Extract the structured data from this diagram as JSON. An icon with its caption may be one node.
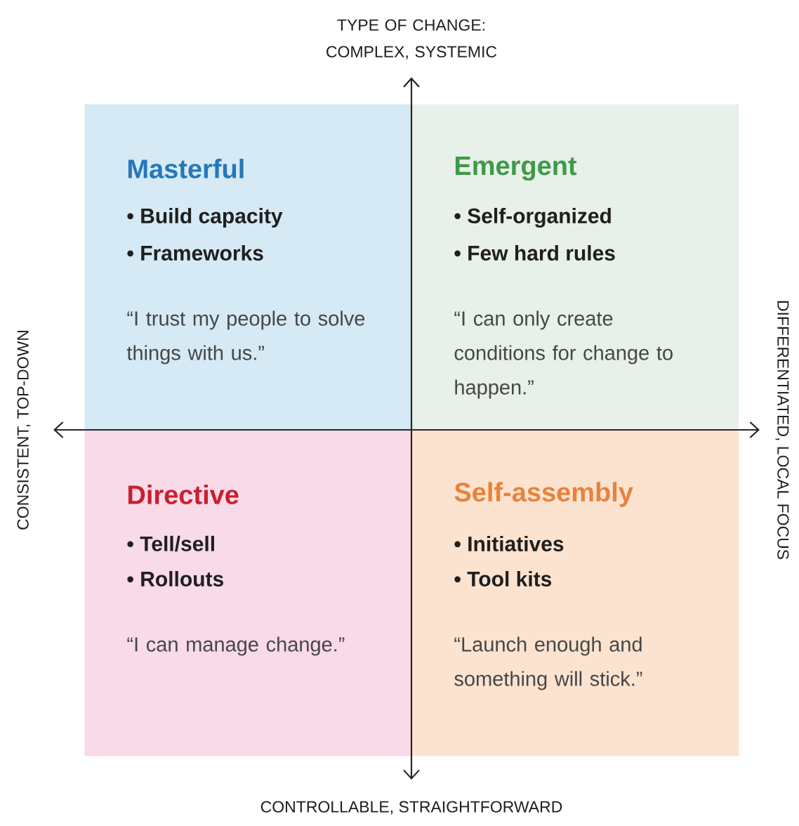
{
  "diagram": {
    "nodes": [
      {
        "text": [
          "Masterful",
          "• Build capacity",
          "• Frameworks",
          "“I trust my people to solve things with us.”"
        ]
      },
      {
        "text": [
          "Emergent",
          "• Self-organized",
          "• Few hard rules",
          "“I can only create conditions for change to happen.”"
        ]
      },
      {
        "text": [
          "Directive",
          "• Tell/sell",
          "• Rollouts",
          "“I can manage change.”"
        ]
      },
      {
        "text": [
          "Self-assembly",
          "• Initiatives",
          "• Tool kits",
          "“Launch enough and something will stick.”"
        ]
      }
    ],
    "labels": [
      "TYPE OF CHANGE: COMPLEX, SYSTEMIC",
      "CONSISTENT, TOP-DOWN",
      "DIFFERENTIATED, LOCAL FOCUS",
      "CONTROLLABLE, STRAIGHTFORWARD"
    ]
  }
}
